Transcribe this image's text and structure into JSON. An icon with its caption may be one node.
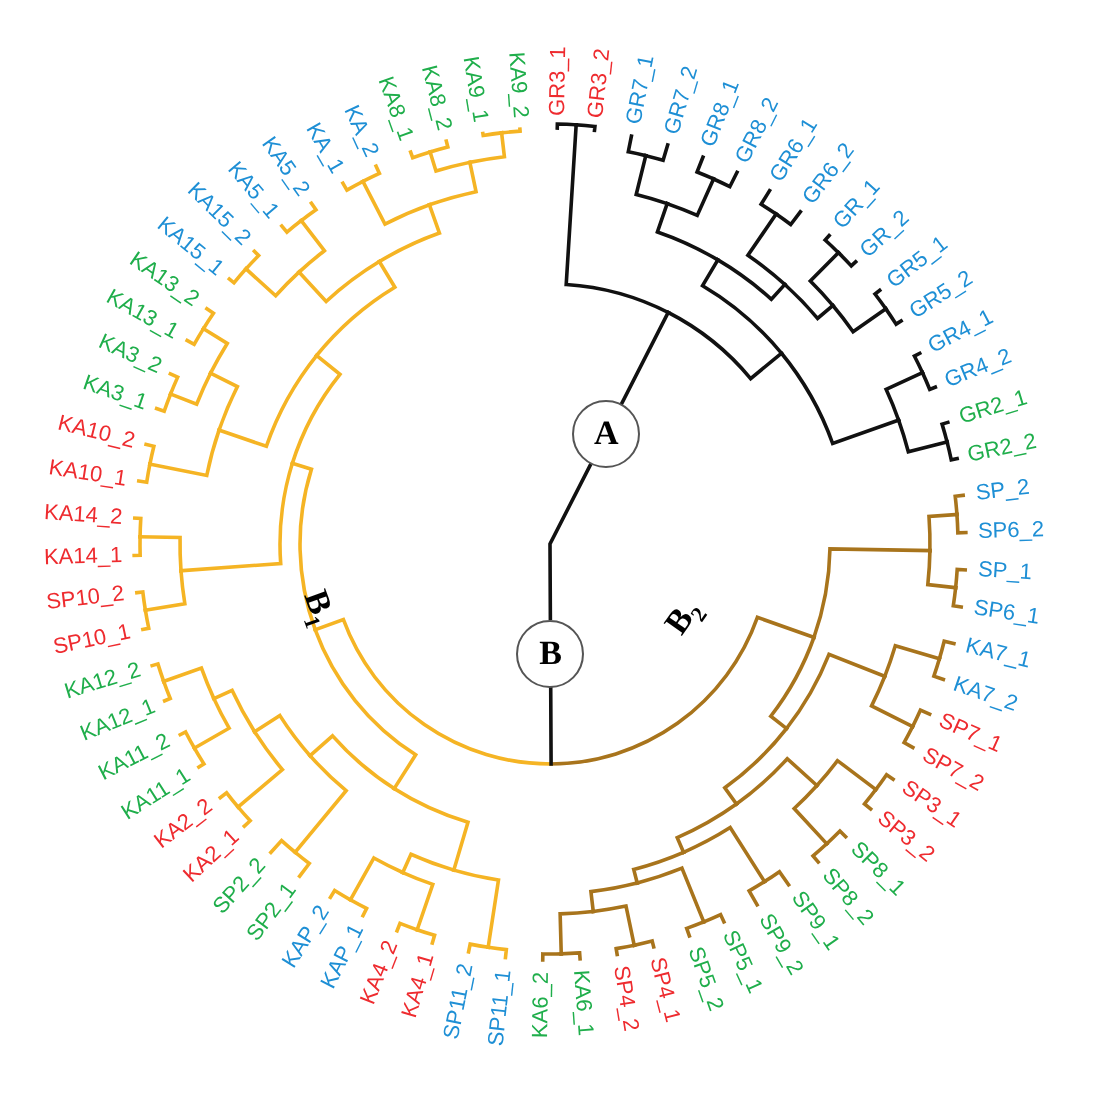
{
  "diagram": {
    "nodes": [
      {
        "text": [
          "A"
        ]
      },
      {
        "text": [
          "B"
        ]
      }
    ],
    "edges": [
      {
        "from": 0,
        "to": 1,
        "arrow": "none"
      }
    ],
    "labels": [
      "GR3_1",
      "GR3_2",
      "GR7_1",
      "GR7_2",
      "GR8_1",
      "GR8_2",
      "GR6_1",
      "GR6_2",
      "GR_1",
      "GR_2",
      "GR5_1",
      "GR5_2",
      "GR4_1",
      "GR4_2",
      "GR2_1",
      "GR2_2",
      "SP_2",
      "SP6_2",
      "SP_1",
      "SP6_1",
      "KA7_1",
      "KA7_2",
      "SP7_1",
      "SP7_2",
      "SP3_1",
      "SP3_2",
      "SP8_1",
      "SP8_2",
      "SP9_1",
      "SP9_2",
      "SP5_1",
      "SP5_2",
      "SP4_1",
      "SP4_2",
      "KA6_1",
      "KA6_2",
      "SP11_1",
      "SP11_2",
      "KA4_1",
      "KA4_2",
      "KAP_1",
      "KAP_2",
      "SP2_1",
      "SP2_2",
      "KA2_1",
      "KA2_2",
      "KA11_1",
      "KA11_2",
      "KA12_1",
      "KA12_2",
      "SP10_1",
      "SP10_2",
      "KA14_1",
      "KA14_2",
      "KA10_1",
      "KA10_2",
      "KA3_1",
      "KA3_2",
      "KA13_1",
      "KA13_2",
      "KA15_1",
      "KA15_2",
      "KA5_1",
      "KA5_2",
      "KA_1",
      "KA_2",
      "KA8_1",
      "KA8_2",
      "KA9_1",
      "KA9_2",
      "B$_{1}$",
      "B$_{2}$"
    ]
  }
}
